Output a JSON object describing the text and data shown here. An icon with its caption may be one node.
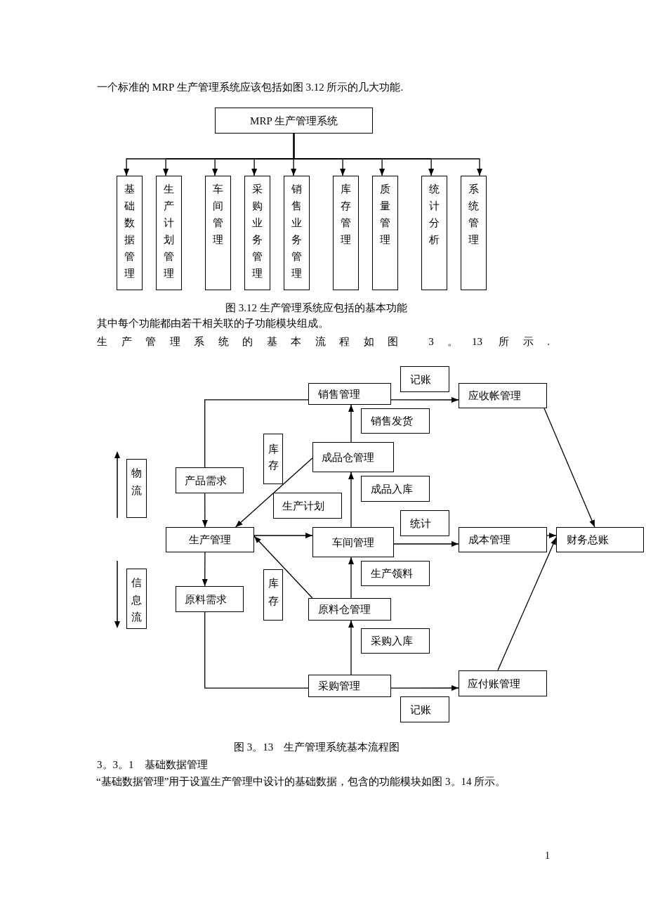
{
  "diagram": {
    "nodes": [
      {
        "text": [
          "MRP 生产管理系统"
        ]
      },
      {
        "text": [
          "基础数据管理"
        ]
      },
      {
        "text": [
          "生产计划管理"
        ]
      },
      {
        "text": [
          "车间管理"
        ]
      },
      {
        "text": [
          "采购业务管理"
        ]
      },
      {
        "text": [
          "销售业务管理"
        ]
      },
      {
        "text": [
          "库存管理"
        ]
      },
      {
        "text": [
          "质量管理"
        ]
      },
      {
        "text": [
          "统计分析"
        ]
      },
      {
        "text": [
          "系统管理"
        ]
      },
      {
        "text": [
          "记账"
        ]
      },
      {
        "text": [
          "销售管理"
        ]
      },
      {
        "text": [
          "应收帐管理"
        ]
      },
      {
        "text": [
          "销售发货"
        ]
      },
      {
        "text": [
          "库存"
        ]
      },
      {
        "text": [
          "成品仓管理"
        ]
      },
      {
        "text": [
          "物流"
        ]
      },
      {
        "text": [
          "产品需求"
        ]
      },
      {
        "text": [
          "成品入库"
        ]
      },
      {
        "text": [
          "生产计划"
        ]
      },
      {
        "text": [
          "统计"
        ]
      },
      {
        "text": [
          "生产管理"
        ]
      },
      {
        "text": [
          "车间管理"
        ]
      },
      {
        "text": [
          "成本管理"
        ]
      },
      {
        "text": [
          "财务总账"
        ]
      },
      {
        "text": [
          "生产领料"
        ]
      },
      {
        "text": [
          "信息流"
        ]
      },
      {
        "text": [
          "库存"
        ]
      },
      {
        "text": [
          "原料需求"
        ]
      },
      {
        "text": [
          "原料仓管理"
        ]
      },
      {
        "text": [
          "采购入库"
        ]
      },
      {
        "text": [
          "采购管理"
        ]
      },
      {
        "text": [
          "应付账管理"
        ]
      },
      {
        "text": [
          "记账"
        ]
      }
    ],
    "edges": [
      {
        "from": 0,
        "to": 1,
        "arrow": "to"
      },
      {
        "from": 0,
        "to": 2,
        "arrow": "to"
      },
      {
        "from": 0,
        "to": 3,
        "arrow": "to"
      },
      {
        "from": 0,
        "to": 4,
        "arrow": "to"
      },
      {
        "from": 0,
        "to": 5,
        "arrow": "to"
      },
      {
        "from": 0,
        "to": 6,
        "arrow": "to"
      },
      {
        "from": 0,
        "to": 7,
        "arrow": "to"
      },
      {
        "from": 0,
        "to": 8,
        "arrow": "to"
      },
      {
        "from": 0,
        "to": 9,
        "arrow": "to"
      },
      {
        "from": 11,
        "to": 17,
        "arrow": "none"
      },
      {
        "from": 17,
        "to": 21,
        "arrow": "to"
      },
      {
        "from": 11,
        "to": 12,
        "arrow": "to"
      },
      {
        "from": 15,
        "to": 11,
        "arrow": "to"
      },
      {
        "from": 15,
        "to": 21,
        "arrow": "to"
      },
      {
        "from": 21,
        "to": 22,
        "arrow": "to"
      },
      {
        "from": 29,
        "to": 21,
        "arrow": "to"
      },
      {
        "from": 22,
        "to": 15,
        "arrow": "to"
      },
      {
        "from": 22,
        "to": 23,
        "arrow": "to"
      },
      {
        "from": 23,
        "to": 24,
        "arrow": "to"
      },
      {
        "from": 12,
        "to": 24,
        "arrow": "to"
      },
      {
        "from": 32,
        "to": 24,
        "arrow": "to"
      },
      {
        "from": 21,
        "to": 28,
        "arrow": "to"
      },
      {
        "from": 28,
        "to": 31,
        "arrow": "none"
      },
      {
        "from": 31,
        "to": 29,
        "arrow": "to"
      },
      {
        "from": 29,
        "to": 22,
        "arrow": "to"
      },
      {
        "from": 31,
        "to": 32,
        "arrow": "to"
      }
    ],
    "labels": [
      "一个标准的 MRP 生产管理系统应该包括如图 3.12 所示的几大功能.",
      "图 3.12 生产管理系统应包括的基本功能",
      "其中每个功能都由若干相关联的子功能模块组成。",
      "生产管理系统的基本流程如图 3。13 所示.",
      "图 3。13　生产管理系统基本流程图",
      "3。3。1　基础数据管理",
      "“基础数据管理”用于设置生产管理中设计的基础数据，包含的功能模块如图 3。14 所示。",
      "1"
    ]
  }
}
